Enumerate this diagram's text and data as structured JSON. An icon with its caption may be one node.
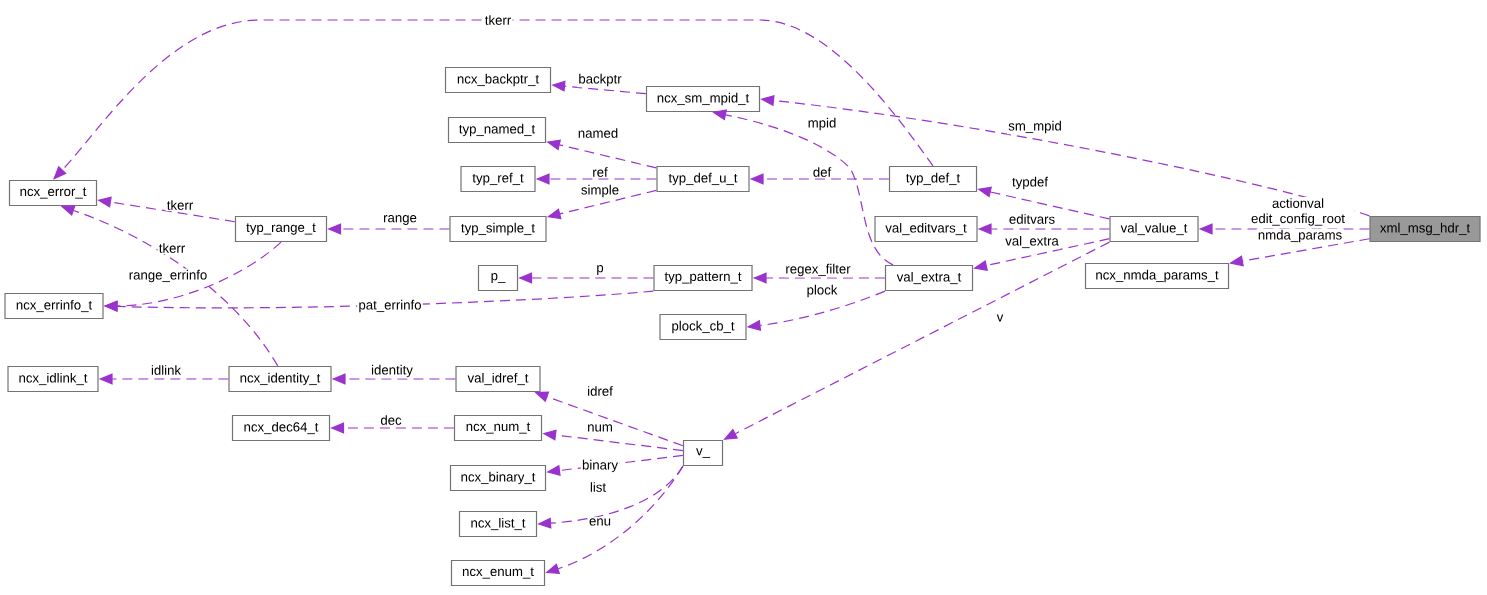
{
  "diagram": {
    "nodes": [
      {
        "text": [
          "xml_msg_hdr_t"
        ]
      },
      {
        "text": [
          "val_value_t"
        ]
      },
      {
        "text": [
          "ncx_nmda_params_t"
        ]
      },
      {
        "text": [
          "ncx_sm_mpid_t"
        ]
      },
      {
        "text": [
          "typ_def_t"
        ]
      },
      {
        "text": [
          "val_editvars_t"
        ]
      },
      {
        "text": [
          "val_extra_t"
        ]
      },
      {
        "text": [
          "v_"
        ]
      },
      {
        "text": [
          "ncx_backptr_t"
        ]
      },
      {
        "text": [
          "typ_def_u_t"
        ]
      },
      {
        "text": [
          "typ_named_t"
        ]
      },
      {
        "text": [
          "typ_ref_t"
        ]
      },
      {
        "text": [
          "typ_simple_t"
        ]
      },
      {
        "text": [
          "typ_pattern_t"
        ]
      },
      {
        "text": [
          "p_"
        ]
      },
      {
        "text": [
          "plock_cb_t"
        ]
      },
      {
        "text": [
          "ncx_error_t"
        ]
      },
      {
        "text": [
          "typ_range_t"
        ]
      },
      {
        "text": [
          "ncx_errinfo_t"
        ]
      },
      {
        "text": [
          "ncx_identity_t"
        ]
      },
      {
        "text": [
          "ncx_idlink_t"
        ]
      },
      {
        "text": [
          "val_idref_t"
        ]
      },
      {
        "text": [
          "ncx_dec64_t"
        ]
      },
      {
        "text": [
          "ncx_num_t"
        ]
      },
      {
        "text": [
          "ncx_binary_t"
        ]
      },
      {
        "text": [
          "ncx_list_t"
        ]
      },
      {
        "text": [
          "ncx_enum_t"
        ]
      }
    ],
    "edges": [
      {
        "from": 0,
        "to": 1,
        "arrow": "to",
        "label": "actionval edit_config_root"
      },
      {
        "from": 0,
        "to": 2,
        "arrow": "to",
        "label": "nmda_params"
      },
      {
        "from": 0,
        "to": 3,
        "arrow": "to",
        "label": "sm_mpid"
      },
      {
        "from": 1,
        "to": 4,
        "arrow": "to",
        "label": "typdef"
      },
      {
        "from": 1,
        "to": 5,
        "arrow": "to",
        "label": "editvars"
      },
      {
        "from": 1,
        "to": 6,
        "arrow": "to",
        "label": "val_extra"
      },
      {
        "from": 1,
        "to": 7,
        "arrow": "to",
        "label": "v"
      },
      {
        "from": 4,
        "to": 16,
        "arrow": "to",
        "label": "tkerr"
      },
      {
        "from": 4,
        "to": 9,
        "arrow": "to",
        "label": "def"
      },
      {
        "from": 6,
        "to": 3,
        "arrow": "to",
        "label": "mpid"
      },
      {
        "from": 6,
        "to": 13,
        "arrow": "to",
        "label": "regex_filter"
      },
      {
        "from": 6,
        "to": 15,
        "arrow": "to",
        "label": "plock"
      },
      {
        "from": 3,
        "to": 8,
        "arrow": "to",
        "label": "backptr"
      },
      {
        "from": 9,
        "to": 10,
        "arrow": "to",
        "label": "named"
      },
      {
        "from": 9,
        "to": 11,
        "arrow": "to",
        "label": "ref"
      },
      {
        "from": 9,
        "to": 12,
        "arrow": "to",
        "label": "simple"
      },
      {
        "from": 12,
        "to": 17,
        "arrow": "to",
        "label": "range"
      },
      {
        "from": 17,
        "to": 16,
        "arrow": "to",
        "label": "tkerr"
      },
      {
        "from": 17,
        "to": 18,
        "arrow": "to",
        "label": "range_errinfo"
      },
      {
        "from": 13,
        "to": 14,
        "arrow": "to",
        "label": "p"
      },
      {
        "from": 13,
        "to": 18,
        "arrow": "to",
        "label": "pat_errinfo"
      },
      {
        "from": 19,
        "to": 16,
        "arrow": "to",
        "label": "tkerr"
      },
      {
        "from": 19,
        "to": 20,
        "arrow": "to",
        "label": "idlink"
      },
      {
        "from": 21,
        "to": 19,
        "arrow": "to",
        "label": "identity"
      },
      {
        "from": 23,
        "to": 22,
        "arrow": "to",
        "label": "dec"
      },
      {
        "from": 7,
        "to": 21,
        "arrow": "to",
        "label": "idref"
      },
      {
        "from": 7,
        "to": 23,
        "arrow": "to",
        "label": "num"
      },
      {
        "from": 7,
        "to": 24,
        "arrow": "to",
        "label": "binary"
      },
      {
        "from": 7,
        "to": 25,
        "arrow": "to",
        "label": "list"
      },
      {
        "from": 7,
        "to": 26,
        "arrow": "to",
        "label": "enu"
      }
    ]
  }
}
